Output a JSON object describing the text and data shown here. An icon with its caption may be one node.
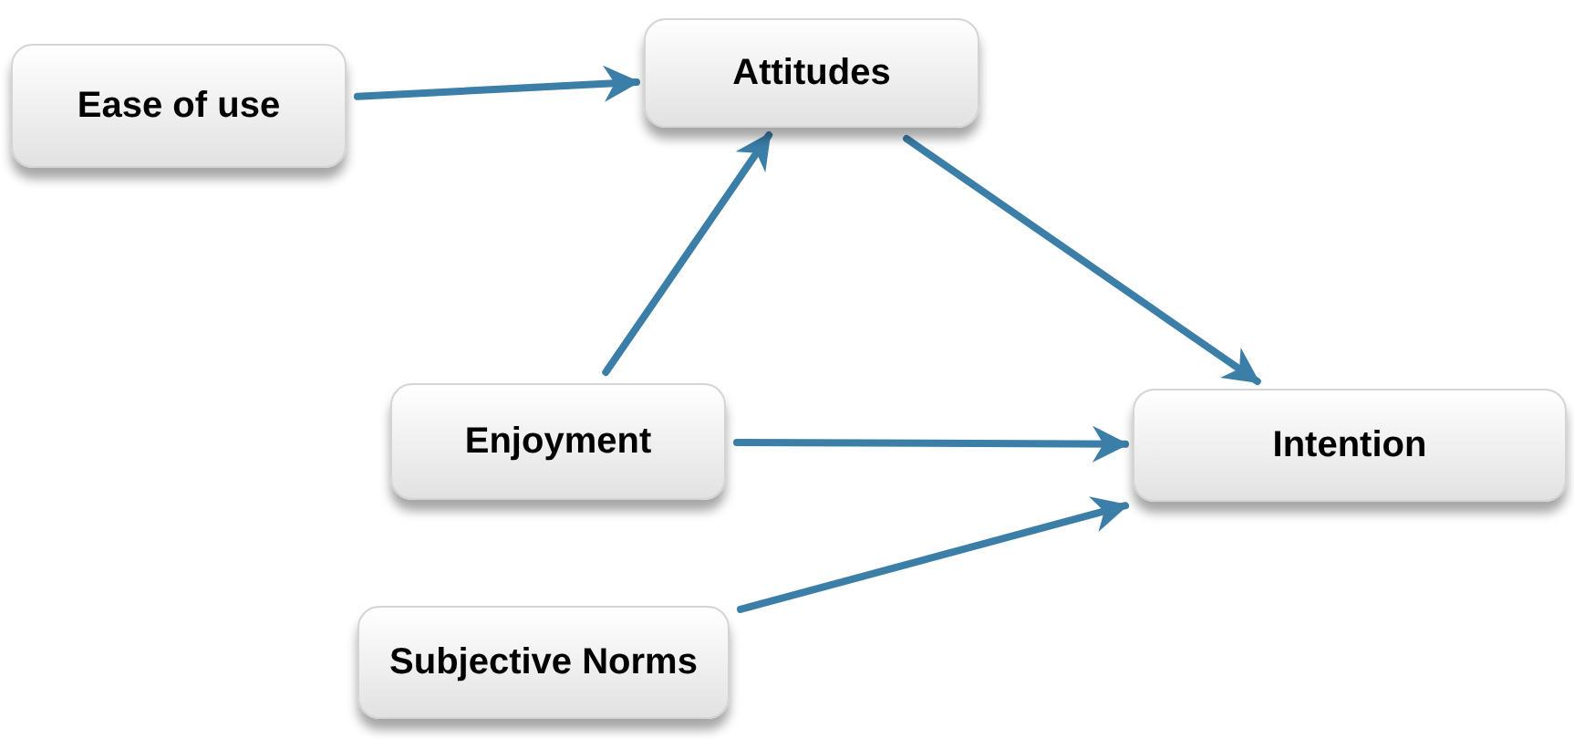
{
  "diagram": {
    "nodes": [
      {
        "text": [
          "Ease of use"
        ]
      },
      {
        "text": [
          "Attitudes"
        ]
      },
      {
        "text": [
          "Enjoyment"
        ]
      },
      {
        "text": [
          "Intention"
        ]
      },
      {
        "text": [
          "Subjective Norms"
        ]
      }
    ],
    "edges": [
      {
        "from": 0,
        "to": 1,
        "arrow": "to"
      },
      {
        "from": 2,
        "to": 1,
        "arrow": "to"
      },
      {
        "from": 1,
        "to": 3,
        "arrow": "to"
      },
      {
        "from": 2,
        "to": 3,
        "arrow": "to"
      },
      {
        "from": 4,
        "to": 3,
        "arrow": "to"
      }
    ]
  }
}
